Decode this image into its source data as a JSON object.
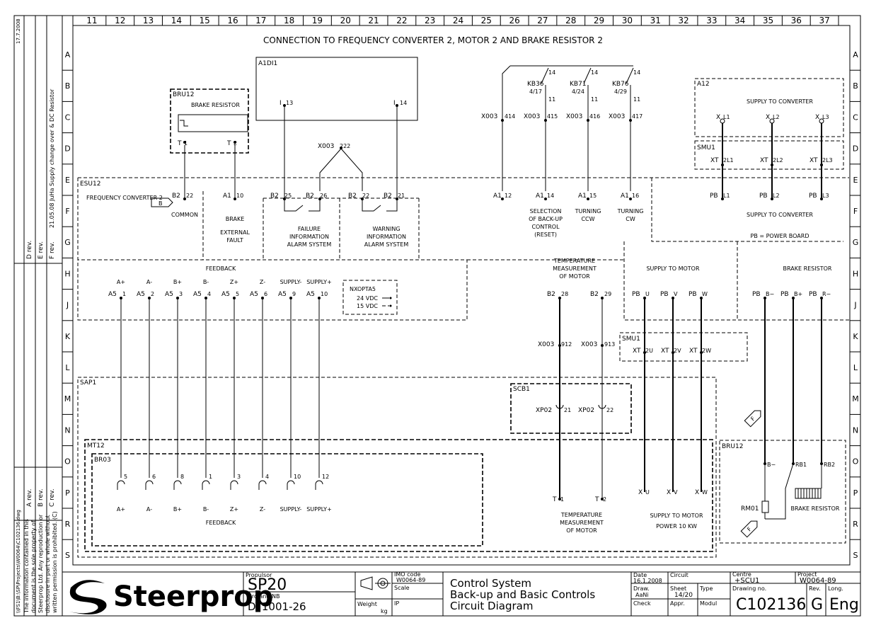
{
  "title": "CONNECTION TO FREQUENCY CONVERTER 2, MOTOR 2 AND BRAKE RESISTOR 2",
  "columns": [
    "11",
    "12",
    "13",
    "14",
    "15",
    "16",
    "17",
    "18",
    "19",
    "20",
    "21",
    "22",
    "23",
    "24",
    "25",
    "26",
    "27",
    "28",
    "29",
    "30",
    "31",
    "32",
    "33",
    "34",
    "35",
    "36",
    "37"
  ],
  "rows": [
    "A",
    "B",
    "C",
    "D",
    "E",
    "F",
    "G",
    "H",
    "J",
    "K",
    "L",
    "M",
    "N",
    "O",
    "P",
    "R",
    "S"
  ],
  "revisions": {
    "stamp": "17.7.2008",
    "d": "D rev.",
    "e": "E rev.",
    "f": "F rev.",
    "a": "A rev.",
    "b": "B rev.",
    "c": "C rev.",
    "note": "21.05.08 JuHa Supply change over & DC Resistor",
    "path": "\\\\FS1\\B:\\SP\\Projects\\W0064\\C102136.dwg",
    "copyright_1": "The information contained in this",
    "copyright_2": "document is the sole property of",
    "copyright_3": "Steerprop Ltd. Any reproduction or",
    "copyright_4": "disclosure in part or whole without",
    "copyright_5": "written permission is prohibited. (C)"
  },
  "units": {
    "a1di1": "A1DI1",
    "bru12": "BRU12",
    "brake_resistor": "BRAKE RESISTOR",
    "esu12": "ESU12",
    "freq_conv": "FREQUENCY CONVERTER 2",
    "a12": "A12",
    "supply_to_converter": "SUPPLY TO CONVERTER",
    "smu1": "SMU1",
    "pb_power_board": "PB = POWER BOARD",
    "supply_to_motor": "SUPPLY TO MOTOR",
    "feedback": "FEEDBACK",
    "nxopta5": "NXOPTA5",
    "vdc24": "24 VDC",
    "vdc15": "15 VDC",
    "temp_meas_1": "TEMPERATURE",
    "temp_meas_2": "MEASUREMENT",
    "temp_meas_3": "OF MOTOR",
    "sap1": "SAP1",
    "scb1": "SCB1",
    "mt12": "MT12",
    "br03": "BR03",
    "supply_motor_power_1": "SUPPLY TO MOTOR",
    "supply_motor_power_2": "POWER 10 KW",
    "rm01": "RM01",
    "b_tag": "B",
    "f_tag": "F"
  },
  "labels": {
    "common": "COMMON",
    "brake": "BRAKE",
    "external": "EXTERNAL",
    "fault": "FAULT",
    "failure_1": "FAILURE",
    "failure_2": "INFORMATION",
    "failure_3": "ALARM SYSTEM",
    "warning_1": "WARNING",
    "warning_2": "INFORMATION",
    "warning_3": "ALARM SYSTEM",
    "sel_1": "SELECTION",
    "sel_2": "OF BACK-UP",
    "sel_3": "CONTROL",
    "sel_4": "(RESET)",
    "ccw_1": "TURNING",
    "ccw_2": "CCW",
    "cw_1": "TURNING",
    "cw_2": "CW"
  },
  "relays": [
    {
      "name": "KB36",
      "ref": "4/17"
    },
    {
      "name": "KB71",
      "ref": "4/24"
    },
    {
      "name": "KB76",
      "ref": "4/29"
    }
  ],
  "feedback_signals": [
    "A+",
    "A-",
    "B+",
    "B-",
    "Z+",
    "Z-",
    "SUPPLY-",
    "SUPPLY+"
  ],
  "feedback_bottom": [
    "A+",
    "A-",
    "B+",
    "B-",
    "Z+",
    "Z-",
    "SUPPLY-",
    "SUPPLY+"
  ],
  "titleblock": {
    "propulsor_label": "Propulsor",
    "propulsor": "SP20",
    "yard_label": "Yard and NB",
    "yard": "DY1001-26",
    "weight_label": "Weight",
    "weight_unit": "kg",
    "imo_label": "IMO code",
    "imo": "W0064-89",
    "scale_label": "Scale",
    "ip_label": "IP",
    "desc_1": "Control System",
    "desc_2": "Back-up and Basic Controls",
    "desc_3": "Circuit Diagram",
    "date_label": "Date",
    "date": "16.1.2008",
    "drawn_label": "Draw.",
    "drawn": "AaNi",
    "check_label": "Check",
    "circuit_label": "Circuit",
    "sheet_label": "Sheet",
    "sheet": "14/20",
    "type_label": "Type",
    "appr_label": "Appr.",
    "modul_label": "Modul",
    "centre_label": "Centre",
    "centre": "+SCU1",
    "project_label": "Project",
    "project": "W0064-89",
    "drawing_label": "Drawing no.",
    "drawing": "C102136",
    "rev_label": "Rev.",
    "rev": "G",
    "long_label": "Long.",
    "lang": "Eng",
    "logo": "Steerprop"
  }
}
